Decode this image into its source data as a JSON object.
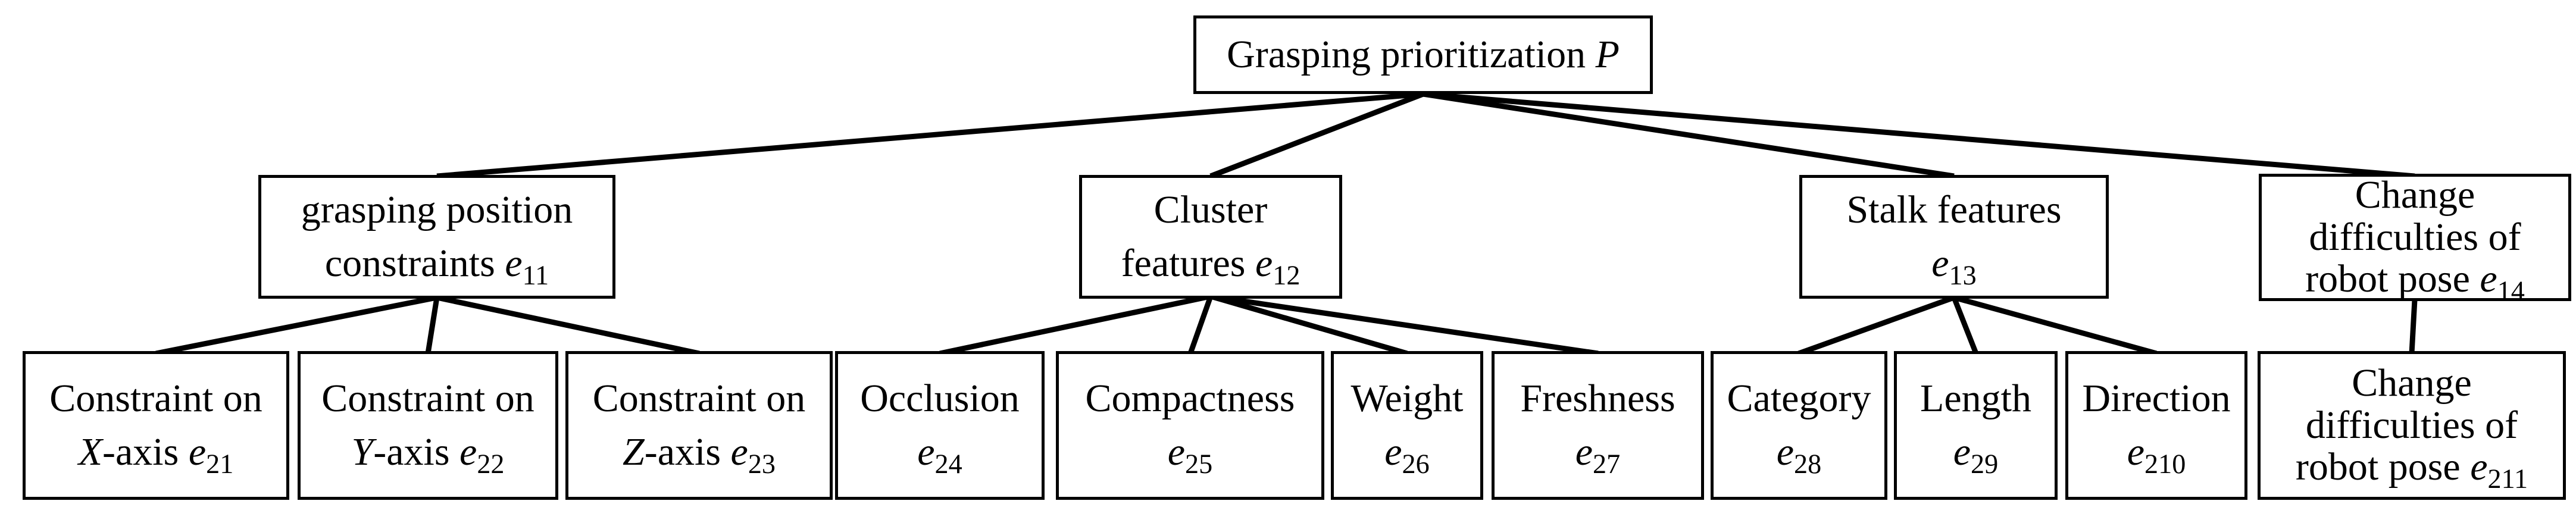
{
  "diagram": {
    "type": "hierarchy-tree",
    "background_color": "#ffffff",
    "line_color": "#000000",
    "box_border_color": "#000000",
    "text_color": "#000000"
  },
  "nodes": {
    "root": {
      "lines": [
        [
          {
            "t": "Grasping prioritization "
          },
          {
            "t": "P",
            "it": true
          }
        ]
      ]
    },
    "e11": {
      "lines": [
        [
          {
            "t": "grasping position"
          }
        ],
        [
          {
            "t": "constraints "
          },
          {
            "t": "e",
            "it": true
          },
          {
            "t": "11",
            "sub": true
          }
        ]
      ]
    },
    "e12": {
      "lines": [
        [
          {
            "t": "Cluster"
          }
        ],
        [
          {
            "t": "features "
          },
          {
            "t": "e",
            "it": true
          },
          {
            "t": "12",
            "sub": true
          }
        ]
      ]
    },
    "e13": {
      "lines": [
        [
          {
            "t": "Stalk features"
          }
        ],
        [
          {
            "t": "e",
            "it": true
          },
          {
            "t": "13",
            "sub": true
          }
        ]
      ]
    },
    "e14": {
      "lines": [
        [
          {
            "t": "Change"
          }
        ],
        [
          {
            "t": "difficulties of"
          }
        ],
        [
          {
            "t": "robot pose "
          },
          {
            "t": "e",
            "it": true
          },
          {
            "t": "14",
            "sub": true
          }
        ]
      ]
    },
    "e21": {
      "lines": [
        [
          {
            "t": "Constraint on"
          }
        ],
        [
          {
            "t": "X",
            "it": true
          },
          {
            "t": "-axis "
          },
          {
            "t": "e",
            "it": true
          },
          {
            "t": "21",
            "sub": true
          }
        ]
      ]
    },
    "e22": {
      "lines": [
        [
          {
            "t": "Constraint on"
          }
        ],
        [
          {
            "t": "Y",
            "it": true
          },
          {
            "t": "-axis "
          },
          {
            "t": "e",
            "it": true
          },
          {
            "t": "22",
            "sub": true
          }
        ]
      ]
    },
    "e23": {
      "lines": [
        [
          {
            "t": "Constraint on"
          }
        ],
        [
          {
            "t": "Z",
            "it": true
          },
          {
            "t": "-axis "
          },
          {
            "t": "e",
            "it": true
          },
          {
            "t": "23",
            "sub": true
          }
        ]
      ]
    },
    "e24": {
      "lines": [
        [
          {
            "t": "Occlusion"
          }
        ],
        [
          {
            "t": "e",
            "it": true
          },
          {
            "t": "24",
            "sub": true
          }
        ]
      ]
    },
    "e25": {
      "lines": [
        [
          {
            "t": "Compactness"
          }
        ],
        [
          {
            "t": "e",
            "it": true
          },
          {
            "t": "25",
            "sub": true
          }
        ]
      ]
    },
    "e26": {
      "lines": [
        [
          {
            "t": "Weight"
          }
        ],
        [
          {
            "t": "e",
            "it": true
          },
          {
            "t": "26",
            "sub": true
          }
        ]
      ]
    },
    "e27": {
      "lines": [
        [
          {
            "t": "Freshness"
          }
        ],
        [
          {
            "t": "e",
            "it": true
          },
          {
            "t": "27",
            "sub": true
          }
        ]
      ]
    },
    "e28": {
      "lines": [
        [
          {
            "t": "Category"
          }
        ],
        [
          {
            "t": "e",
            "it": true
          },
          {
            "t": "28",
            "sub": true
          }
        ]
      ]
    },
    "e29": {
      "lines": [
        [
          {
            "t": "Length"
          }
        ],
        [
          {
            "t": "e",
            "it": true
          },
          {
            "t": "29",
            "sub": true
          }
        ]
      ]
    },
    "e210": {
      "lines": [
        [
          {
            "t": "Direction"
          }
        ],
        [
          {
            "t": "e",
            "it": true
          },
          {
            "t": "210",
            "sub": true
          }
        ]
      ]
    },
    "e211": {
      "lines": [
        [
          {
            "t": "Change"
          }
        ],
        [
          {
            "t": "difficulties of"
          }
        ],
        [
          {
            "t": "robot pose "
          },
          {
            "t": "e",
            "it": true
          },
          {
            "t": "211",
            "sub": true
          }
        ]
      ]
    }
  }
}
